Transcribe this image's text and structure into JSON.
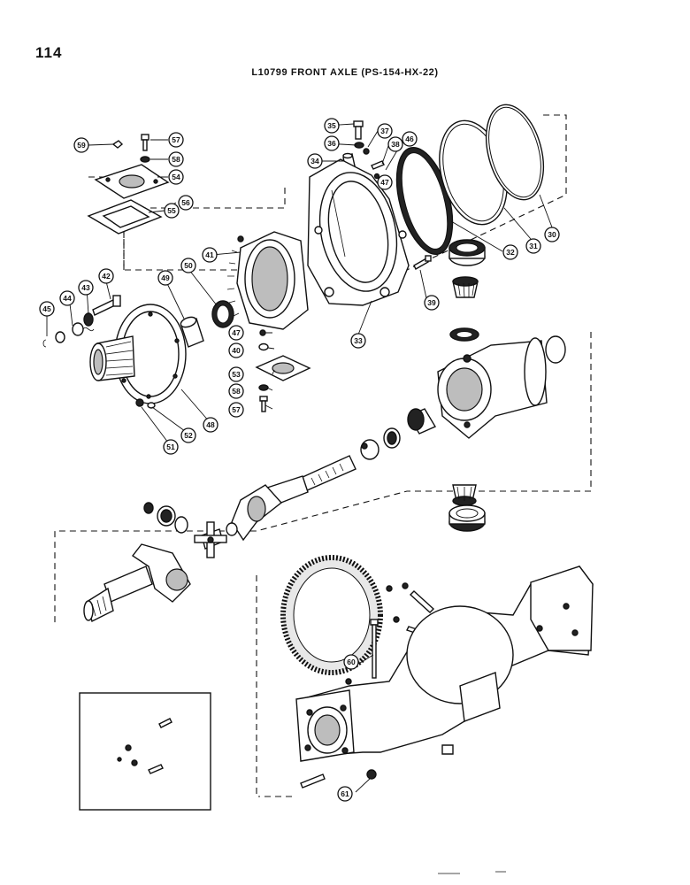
{
  "page": {
    "number": "114",
    "title": "L10799 FRONT AXLE (PS-154-HX-22)"
  },
  "callouts": [
    "30",
    "31",
    "32",
    "33",
    "34",
    "35",
    "36",
    "37",
    "38",
    "39",
    "40",
    "41",
    "42",
    "43",
    "44",
    "45",
    "46",
    "47",
    "47",
    "48",
    "49",
    "50",
    "51",
    "52",
    "53",
    "54",
    "55",
    "56",
    "57",
    "57",
    "58",
    "58",
    "59",
    "60",
    "61"
  ],
  "colors": {
    "ink": "#111111",
    "paper": "#ffffff",
    "shade": "#bdbdbd"
  }
}
